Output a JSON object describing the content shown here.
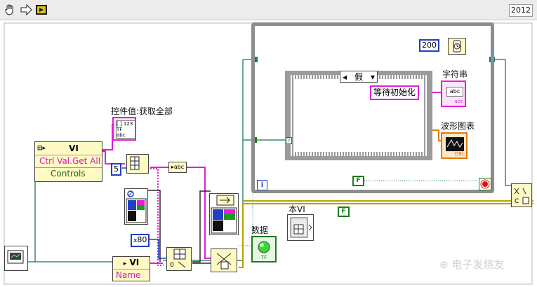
{
  "toolbar": {
    "version": "2012"
  },
  "labels": {
    "control_values_get_all": "控件值:获取全部",
    "string_indicator": "字符串",
    "waveform_chart": "波形图表",
    "this_vi": "本VI",
    "data": "数据"
  },
  "constants": {
    "wait_ms": "200",
    "array_index": "5",
    "case_string": "等待初始化",
    "case_selector": "假",
    "hex_80": "80",
    "hex_prefix": "x",
    "loop_iteration": "i",
    "bool_false_1": "F",
    "bool_false_2": "F"
  },
  "property_node_top": {
    "class": "VI",
    "method": "Ctrl Val.Get All",
    "param": "Controls"
  },
  "property_node_bottom": {
    "class": "VI",
    "property": "Name"
  },
  "colors": {
    "wire_green": "#3a8a6e",
    "wire_pink": "#e21fd8",
    "wire_blue": "#1f3fc4",
    "wire_yellow": "#b8a200",
    "wire_dark": "#2a2a2a",
    "loop_border": "#8d8d8d",
    "case_border": "#9b9b9b",
    "boolean_green": "#1f7a1f",
    "stop_red": "#e01010"
  },
  "icons": [
    "hand-icon",
    "arrow-run-icon",
    "run-continuous-icon",
    "wait-ms-icon",
    "stop-button-icon",
    "led-icon"
  ]
}
